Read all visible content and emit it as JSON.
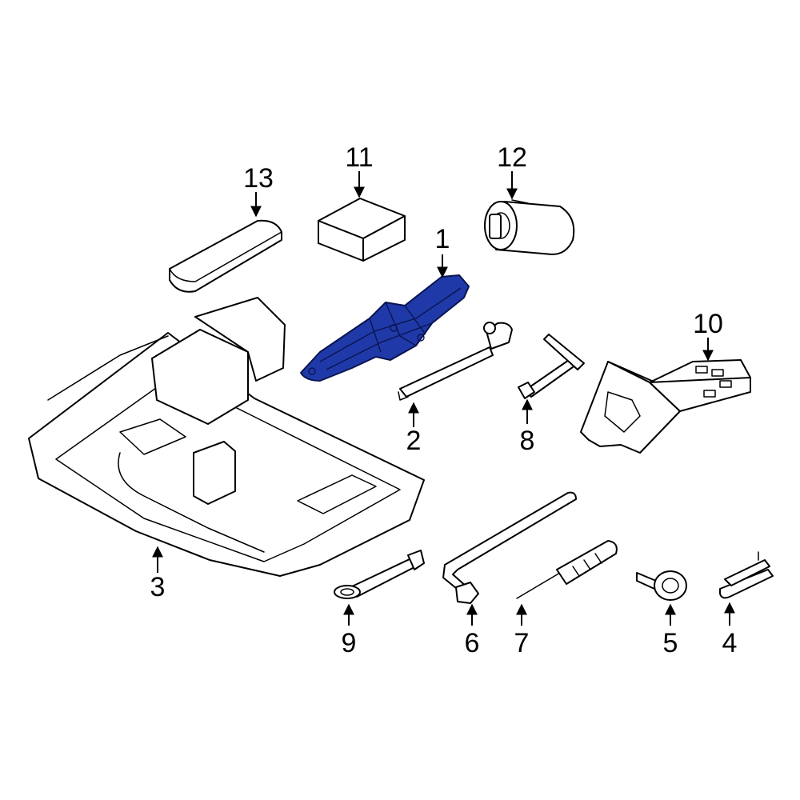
{
  "highlight_color": "#1f3aa8",
  "callouts": [
    {
      "id": "1",
      "label": "1"
    },
    {
      "id": "2",
      "label": "2"
    },
    {
      "id": "3",
      "label": "3"
    },
    {
      "id": "4",
      "label": "4"
    },
    {
      "id": "5",
      "label": "5"
    },
    {
      "id": "6",
      "label": "6"
    },
    {
      "id": "7",
      "label": "7"
    },
    {
      "id": "8",
      "label": "8"
    },
    {
      "id": "9",
      "label": "9"
    },
    {
      "id": "10",
      "label": "10"
    },
    {
      "id": "11",
      "label": "11"
    },
    {
      "id": "12",
      "label": "12"
    },
    {
      "id": "13",
      "label": "13"
    }
  ],
  "highlighted_part": "1"
}
